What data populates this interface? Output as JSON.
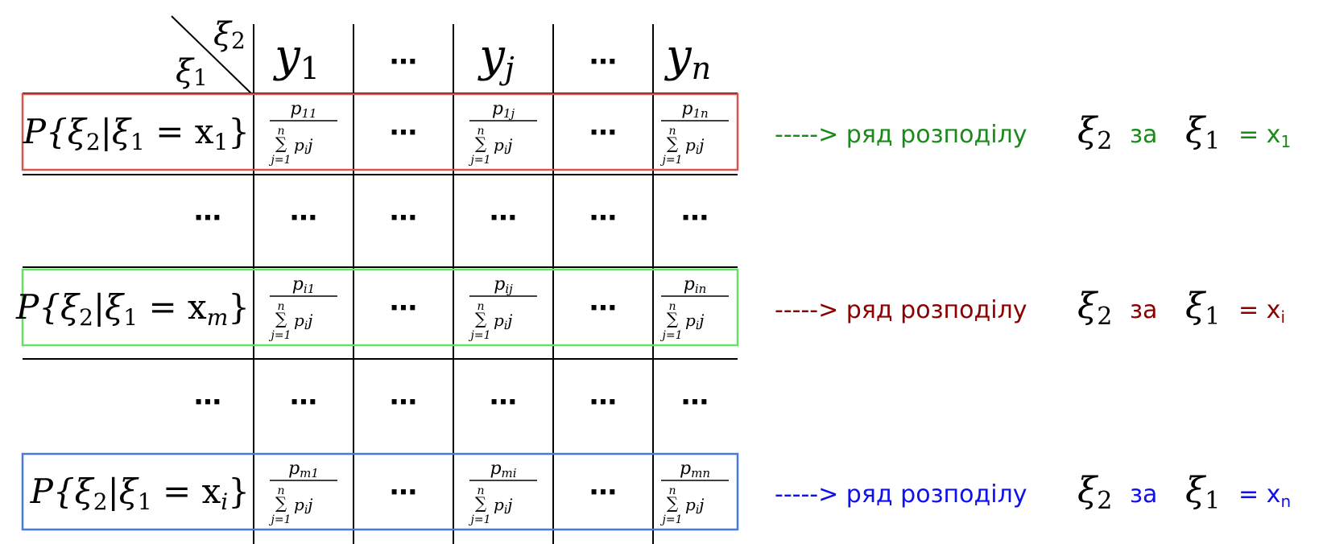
{
  "header": {
    "corner_top": "ξ",
    "corner_top_sub": "2",
    "corner_bottom": "ξ",
    "corner_bottom_sub": "1",
    "columns": [
      {
        "base": "y",
        "sub": "1"
      },
      {
        "base": "⋯",
        "sub": ""
      },
      {
        "base": "y",
        "sub": "j"
      },
      {
        "base": "⋯",
        "sub": ""
      },
      {
        "base": "y",
        "sub": "n"
      }
    ]
  },
  "dots": "⋯",
  "rows": [
    {
      "kind": "cond",
      "label": {
        "pre": "P{ξ",
        "pre_sub": "2",
        "mid": "|ξ",
        "mid_sub": "1",
        "eq": " = x",
        "x_sub": "1",
        "post": "}"
      },
      "box_color": "#d9534f",
      "cells": [
        {
          "num": "p",
          "num_sub": "11"
        },
        null,
        {
          "num": "p",
          "num_sub": "1j"
        },
        null,
        {
          "num": "p",
          "num_sub": "1n"
        }
      ],
      "note": {
        "arrow": "----->",
        "text": "ряд розподілу",
        "xi2": "ξ",
        "xi2_sub": "2",
        "za": "за",
        "xi1": "ξ",
        "xi1_sub": "1",
        "eq": "= x",
        "eq_sub": "1",
        "color": "#1a8a1a"
      }
    },
    {
      "kind": "dots"
    },
    {
      "kind": "cond",
      "label": {
        "pre": "P{ξ",
        "pre_sub": "2",
        "mid": "|ξ",
        "mid_sub": "1",
        "eq": " = x",
        "x_sub": "m",
        "post": "}"
      },
      "box_color": "#66e066",
      "cells": [
        {
          "num": "p",
          "num_sub": "i1"
        },
        null,
        {
          "num": "p",
          "num_sub": "ij"
        },
        null,
        {
          "num": "p",
          "num_sub": "in"
        }
      ],
      "note": {
        "arrow": "----->",
        "text": "ряд розподілу",
        "xi2": "ξ",
        "xi2_sub": "2",
        "za": "за",
        "xi1": "ξ",
        "xi1_sub": "1",
        "eq": "= x",
        "eq_sub": "i",
        "color": "#8b0000"
      }
    },
    {
      "kind": "dots"
    },
    {
      "kind": "cond",
      "label": {
        "pre": "P{ξ",
        "pre_sub": "2",
        "mid": "|ξ",
        "mid_sub": "1",
        "eq": " = x",
        "x_sub": "i",
        "post": "}"
      },
      "box_color": "#4a78e0",
      "cells": [
        {
          "num": "p",
          "num_sub": "m1"
        },
        null,
        {
          "num": "p",
          "num_sub": "mi"
        },
        null,
        {
          "num": "p",
          "num_sub": "mn"
        }
      ],
      "note": {
        "arrow": "----->",
        "text": "ряд розподілу",
        "xi2": "ξ",
        "xi2_sub": "2",
        "za": "за",
        "xi1": "ξ",
        "xi1_sub": "1",
        "eq": "= x",
        "eq_sub": "n",
        "color": "#1010ee"
      }
    }
  ],
  "fraction_den": {
    "sigma": "∑",
    "upper": "n",
    "lower": "j=1",
    "term": "p",
    "term_sub": "i",
    "tail": "j"
  }
}
